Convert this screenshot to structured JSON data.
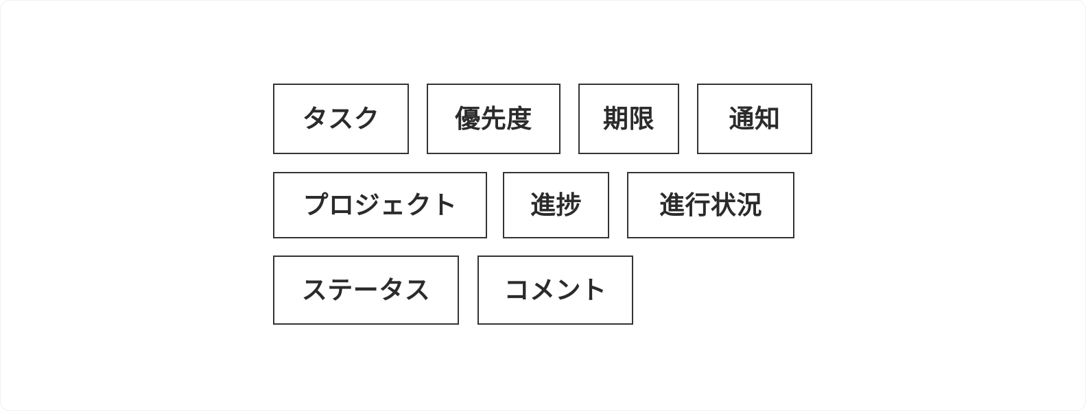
{
  "page": {
    "background_color": "#ffffff",
    "box_border_color": "#333333",
    "text_color": "#2b2b2b"
  },
  "tag_groups": {
    "rows": [
      {
        "row_name": "row-1",
        "tags": [
          {
            "label": "タスク"
          },
          {
            "label": "優先度"
          },
          {
            "label": "期限"
          },
          {
            "label": "通知"
          }
        ]
      },
      {
        "row_name": "row-2",
        "tags": [
          {
            "label": "プロジェクト"
          },
          {
            "label": "進捗"
          },
          {
            "label": "進行状況"
          }
        ]
      },
      {
        "row_name": "row-3",
        "tags": [
          {
            "label": "ステータス"
          },
          {
            "label": "コメント"
          }
        ]
      }
    ]
  }
}
